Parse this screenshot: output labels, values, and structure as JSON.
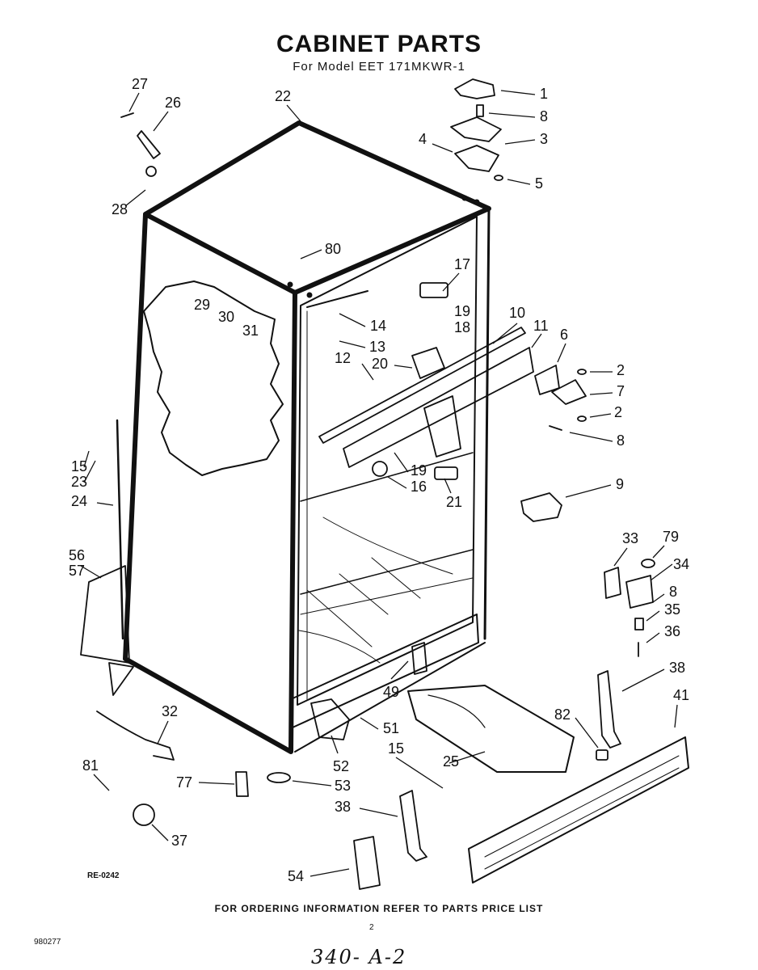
{
  "header": {
    "title": "CABINET PARTS",
    "subtitle": "For Model EET 171MKWR-1"
  },
  "callouts": [
    "27",
    "26",
    "22",
    "1",
    "8",
    "3",
    "4",
    "5",
    "28",
    "80",
    "17",
    "29",
    "30",
    "14",
    "19",
    "18",
    "10",
    "11",
    "6",
    "31",
    "13",
    "12",
    "20",
    "2",
    "7",
    "2",
    "8",
    "15",
    "23",
    "24",
    "19",
    "16",
    "21",
    "9",
    "33",
    "79",
    "34",
    "56",
    "57",
    "8",
    "35",
    "36",
    "38",
    "41",
    "49",
    "82",
    "32",
    "51",
    "15",
    "25",
    "81",
    "52",
    "77",
    "53",
    "38",
    "37",
    "54"
  ],
  "footer": {
    "drawing_code": "RE-0242",
    "ordering_note": "FOR ORDERING INFORMATION REFER TO PARTS PRICE LIST",
    "date_code": "980277",
    "page_number": "2",
    "handwritten_ref": "340- A-2"
  },
  "colors": {
    "ink": "#111111",
    "paper": "#ffffff"
  }
}
